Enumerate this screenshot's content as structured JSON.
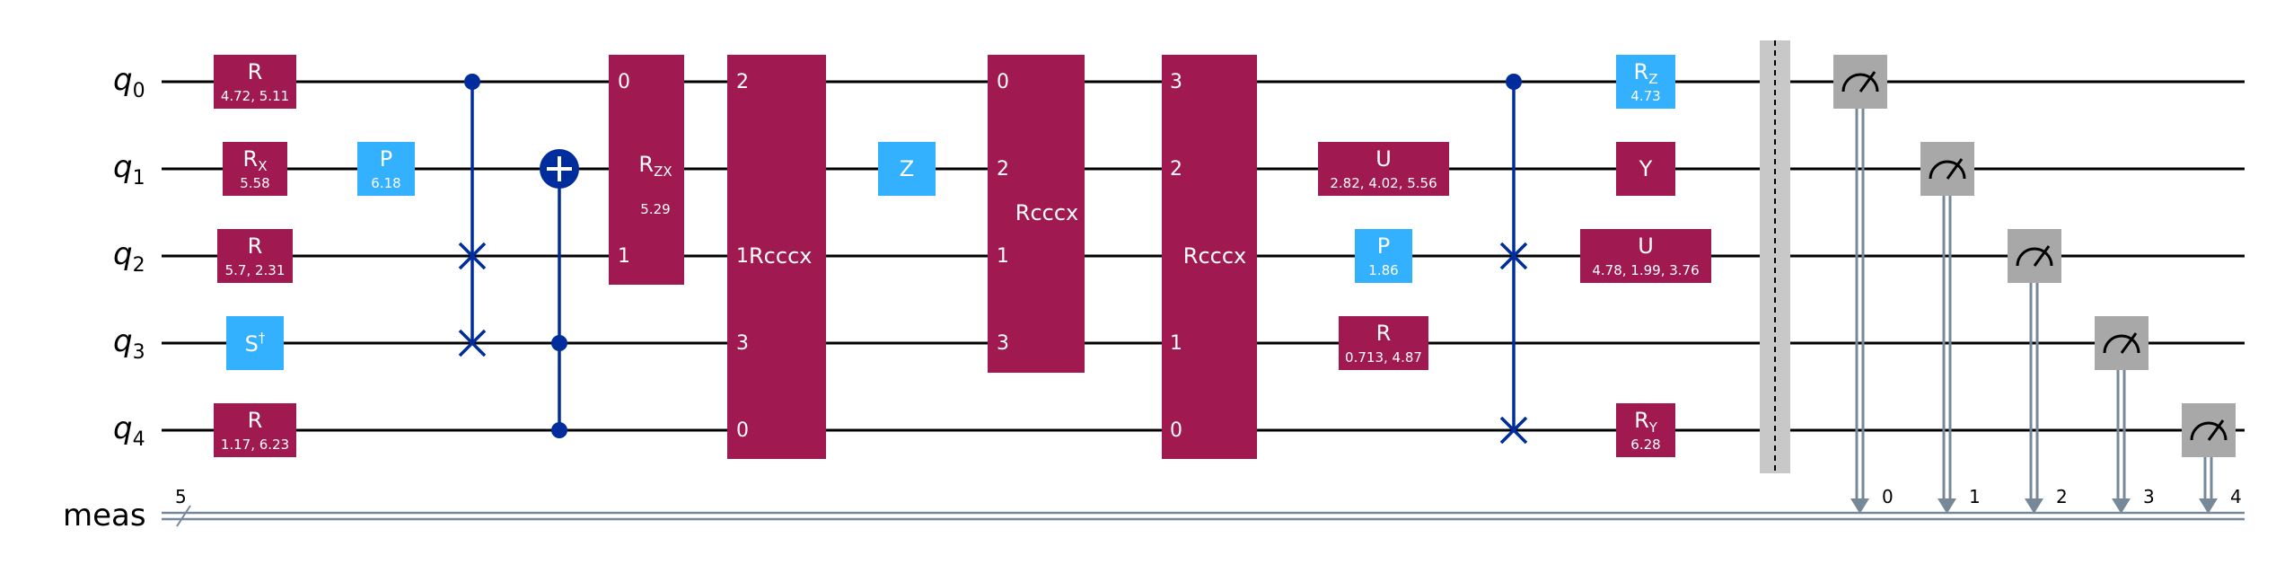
{
  "circuit": {
    "qubits": [
      {
        "base": "q",
        "sub": "0"
      },
      {
        "base": "q",
        "sub": "1"
      },
      {
        "base": "q",
        "sub": "2"
      },
      {
        "base": "q",
        "sub": "3"
      },
      {
        "base": "q",
        "sub": "4"
      }
    ],
    "classical_register": {
      "name": "meas",
      "size": "5"
    },
    "colors": {
      "multi_qubit_gate": "#a01950",
      "single_qubit_gate": "#33b1ff",
      "control": "#002d9c",
      "measure": "#a8a8a8",
      "barrier": "#c8c8c8",
      "classical_wire": "#778899",
      "wire": "#000000"
    },
    "gates": {
      "r_q0": {
        "name": "R",
        "params": "4.72, 5.11"
      },
      "rx_q1": {
        "name": "R",
        "sub": "X",
        "params": "5.58"
      },
      "r_q2": {
        "name": "R",
        "params": "5.7, 2.31"
      },
      "sdg_q3": {
        "name": "S",
        "sup": "†"
      },
      "r_q4": {
        "name": "R",
        "params": "1.17, 6.23"
      },
      "p_q1": {
        "name": "P",
        "params": "6.18"
      },
      "rzx": {
        "name": "R",
        "sub": "ZX",
        "params": "5.29",
        "pins": [
          "0",
          "1"
        ]
      },
      "rcccx_1": {
        "name": "Rcccx",
        "pins": [
          "2",
          "1",
          "3",
          "0"
        ]
      },
      "z_q1": {
        "name": "Z"
      },
      "rcccx_2": {
        "name": "Rcccx",
        "pins": [
          "0",
          "2",
          "1",
          "3"
        ]
      },
      "rcccx_3": {
        "name": "Rcccx",
        "pins": [
          "3",
          "2",
          "1",
          "0"
        ]
      },
      "u_q1": {
        "name": "U",
        "params": "2.82, 4.02, 5.56"
      },
      "p_q2": {
        "name": "P",
        "params": "1.86"
      },
      "r_q3": {
        "name": "R",
        "params": "0.713, 4.87"
      },
      "rz_q0": {
        "name": "R",
        "sub": "Z",
        "params": "4.73"
      },
      "y_q1": {
        "name": "Y"
      },
      "u_q2": {
        "name": "U",
        "params": "4.78, 1.99, 3.76"
      },
      "ry_q4": {
        "name": "R",
        "sub": "Y",
        "params": "6.28"
      }
    },
    "measurements": [
      {
        "qubit": "q0",
        "bit": "0"
      },
      {
        "qubit": "q1",
        "bit": "1"
      },
      {
        "qubit": "q2",
        "bit": "2"
      },
      {
        "qubit": "q3",
        "bit": "3"
      },
      {
        "qubit": "q4",
        "bit": "4"
      }
    ]
  }
}
